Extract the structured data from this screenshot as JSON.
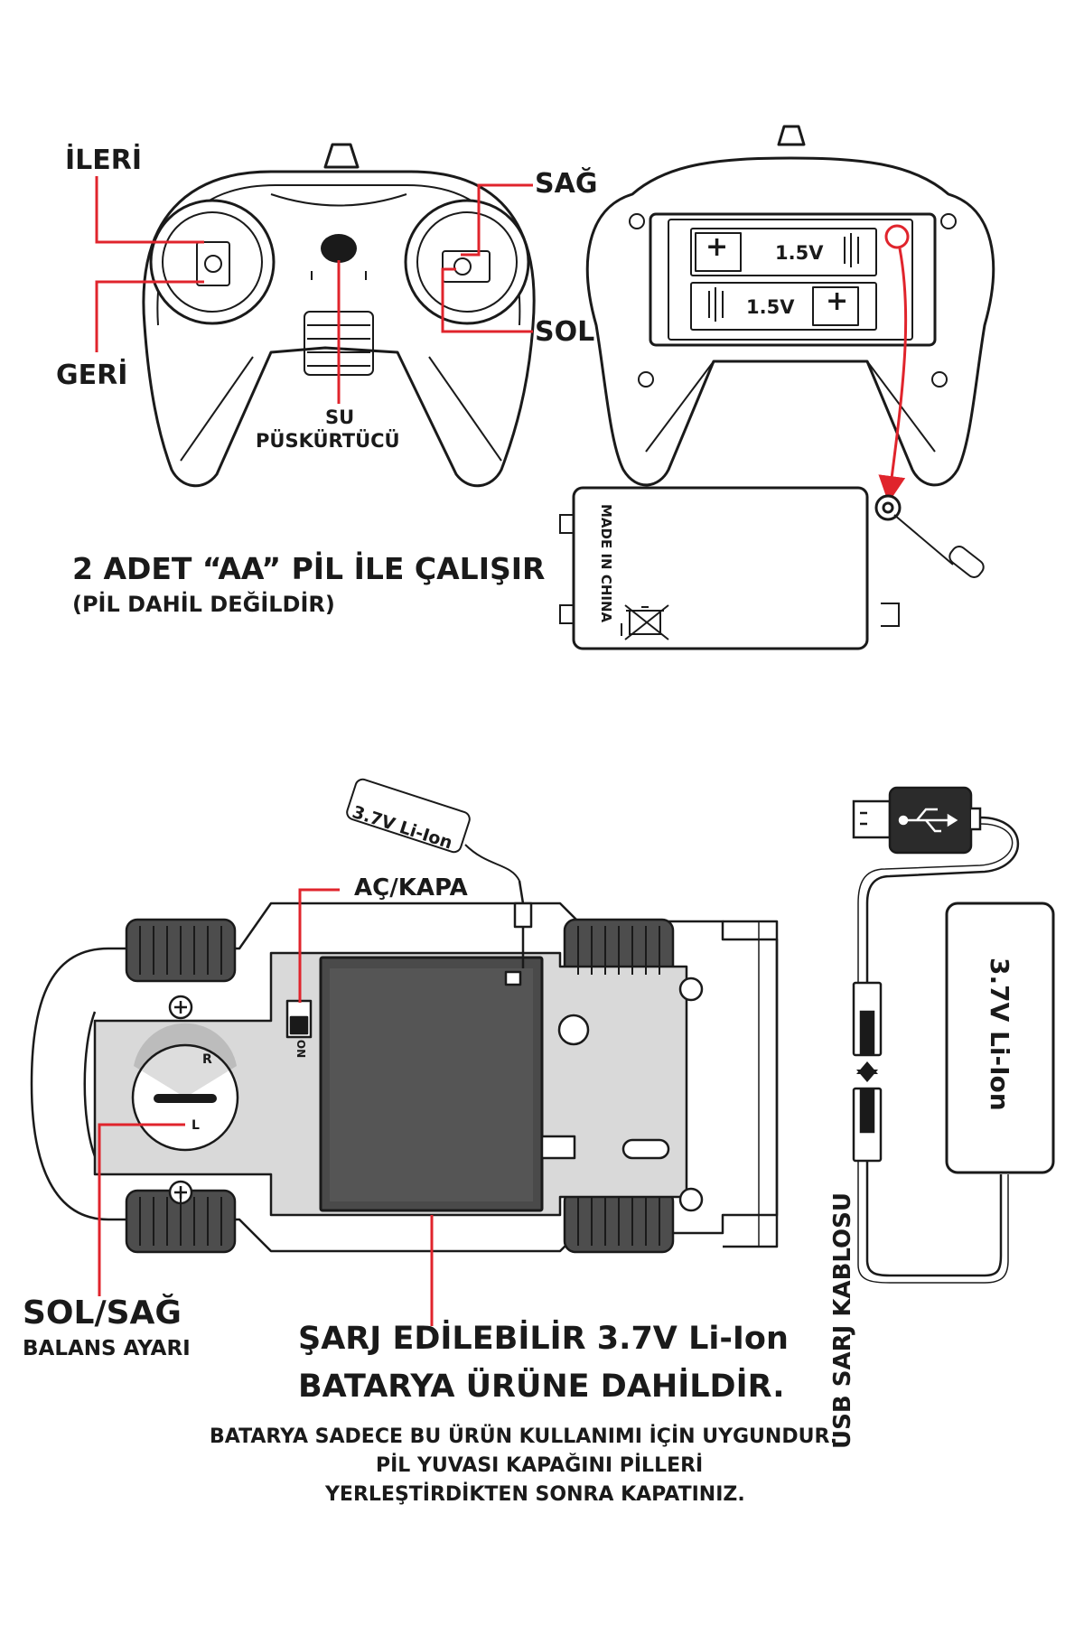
{
  "colors": {
    "ink": "#1a1a1a",
    "accent": "#e0242c",
    "board": "#d9d9d9",
    "battery": "#4a4a4a",
    "plug": "#2b2b2b"
  },
  "controller_front": {
    "forward": "İLERİ",
    "backward": "GERİ",
    "right": "SAĞ",
    "left": "SOL",
    "sprayer_line1": "SU",
    "sprayer_line2": "PÜSKÜRTÜCÜ"
  },
  "controller_back": {
    "cell_top_polarity": "+",
    "cell_top_voltage": "1.5V",
    "cell_bottom_polarity": "+",
    "cell_bottom_voltage": "1.5V"
  },
  "battery_cover": {
    "made_in": "MADE IN CHINA",
    "weee_icon": "crossed-bin-icon"
  },
  "power_note": {
    "line1": "2 ADET “AA” PİL İLE ÇALIŞIR",
    "line2": "(PİL DAHİL DEĞİLDİR)"
  },
  "car": {
    "battery_tag": "3.7V Li-Ion",
    "switch_label": "AÇ/KAPA",
    "switch_on": "ON",
    "dial_left": "L",
    "dial_right": "R"
  },
  "usb": {
    "cable_label": "USB SARJ KABLOSU",
    "battery_label": "3.7V Li-Ion",
    "plug_icon": "usb-icon"
  },
  "balance": {
    "line1": "SOL/SAĞ",
    "line2": "BALANS AYARI"
  },
  "footer": {
    "headline1": "ŞARJ EDİLEBİLİR 3.7V Li-Ion",
    "headline2": "BATARYA ÜRÜNE DAHİLDİR.",
    "note1": "BATARYA SADECE BU ÜRÜN KULLANIMI İÇİN UYGUNDUR.",
    "note2": "PİL YUVASI KAPAĞINI PİLLERİ",
    "note3": "YERLEŞTİRDİKTEN SONRA KAPATINIZ."
  }
}
